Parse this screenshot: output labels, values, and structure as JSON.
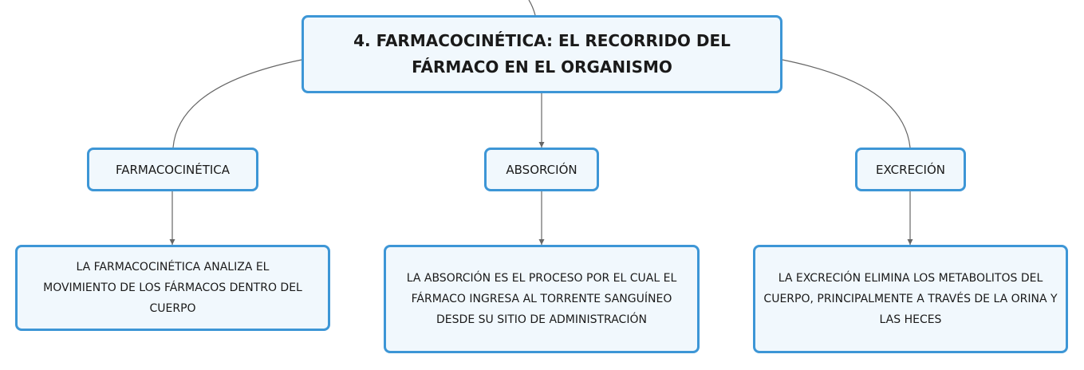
{
  "root": {
    "title": "4. FARMACOCINÉTICA: EL RECORRIDO DEL FÁRMACO EN EL ORGANISMO"
  },
  "branches": [
    {
      "topic": "FARMACOCINÉTICA",
      "detail": "LA FARMACOCINÉTICA ANALIZA EL MOVIMIENTO DE LOS FÁRMACOS DENTRO DEL CUERPO"
    },
    {
      "topic": "ABSORCIÓN",
      "detail": "LA ABSORCIÓN ES EL PROCESO POR EL CUAL EL FÁRMACO INGRESA AL TORRENTE SANGUÍNEO DESDE SU SITIO DE ADMINISTRACIÓN"
    },
    {
      "topic": "EXCRECIÓN",
      "detail": "LA EXCRECIÓN ELIMINA LOS METABOLITOS DEL CUERPO, PRINCIPALMENTE A TRAVÉS DE LA ORINA Y LAS HECES"
    }
  ],
  "colors": {
    "border": "#3d96d6",
    "fill": "#f1f8fd",
    "connector": "#666666"
  }
}
